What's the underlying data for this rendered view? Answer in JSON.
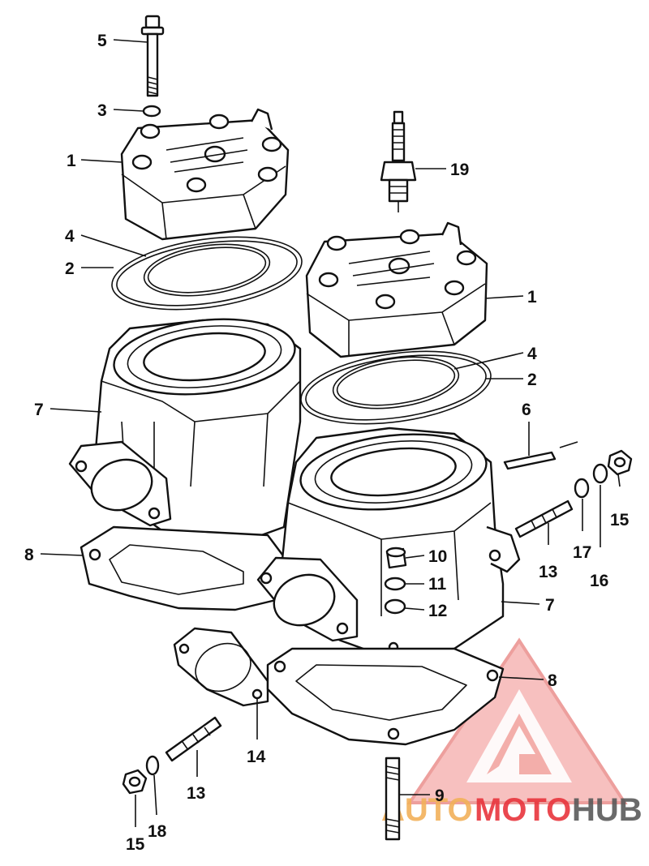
{
  "callouts": [
    {
      "id": "c-5",
      "label": "5"
    },
    {
      "id": "c-3",
      "label": "3"
    },
    {
      "id": "c-1a",
      "label": "1"
    },
    {
      "id": "c-4a",
      "label": "4"
    },
    {
      "id": "c-2a",
      "label": "2"
    },
    {
      "id": "c-7a",
      "label": "7"
    },
    {
      "id": "c-8a",
      "label": "8"
    },
    {
      "id": "c-19",
      "label": "19"
    },
    {
      "id": "c-1b",
      "label": "1"
    },
    {
      "id": "c-4b",
      "label": "4"
    },
    {
      "id": "c-2b",
      "label": "2"
    },
    {
      "id": "c-6",
      "label": "6"
    },
    {
      "id": "c-15a",
      "label": "15"
    },
    {
      "id": "c-17",
      "label": "17"
    },
    {
      "id": "c-16",
      "label": "16"
    },
    {
      "id": "c-13a",
      "label": "13"
    },
    {
      "id": "c-10",
      "label": "10"
    },
    {
      "id": "c-11",
      "label": "11"
    },
    {
      "id": "c-12",
      "label": "12"
    },
    {
      "id": "c-7b",
      "label": "7"
    },
    {
      "id": "c-8b",
      "label": "8"
    },
    {
      "id": "c-14",
      "label": "14"
    },
    {
      "id": "c-13b",
      "label": "13"
    },
    {
      "id": "c-9",
      "label": "9"
    },
    {
      "id": "c-15b",
      "label": "15"
    },
    {
      "id": "c-18",
      "label": "18"
    }
  ],
  "watermark": {
    "part1": "AUTO",
    "part2": "MOTO",
    "part3": "HUB",
    "color_primary": "#e8353d",
    "color_secondary": "#f2b15a",
    "color_tertiary": "#5a5a5a"
  }
}
